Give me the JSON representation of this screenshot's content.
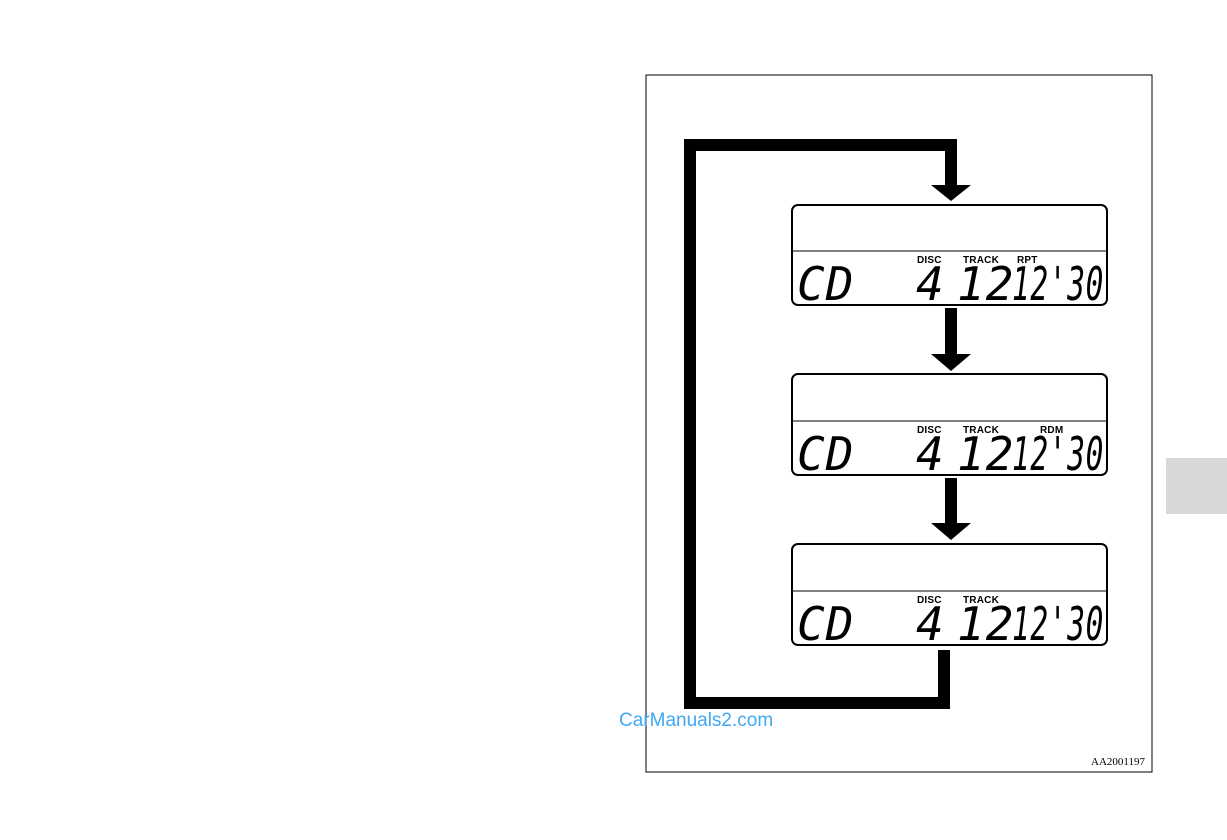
{
  "displays": [
    {
      "mode": "CD",
      "disc_label": "DISC",
      "track_label": "TRACK",
      "flag_label": "RPT",
      "disc_value": "4",
      "track_value": "12",
      "time_value": "12'30"
    },
    {
      "mode": "CD",
      "disc_label": "DISC",
      "track_label": "TRACK",
      "flag_label": "RDM",
      "disc_value": "4",
      "track_value": "12",
      "time_value": "12'30"
    },
    {
      "mode": "CD",
      "disc_label": "DISC",
      "track_label": "TRACK",
      "flag_label": "",
      "disc_value": "4",
      "track_value": "12",
      "time_value": "12'30"
    }
  ],
  "figure_id": "AA2001197",
  "watermark": "CarManuals2.com",
  "colors": {
    "watermark": "#3fa9f5",
    "side_tab": "#d8d8d8"
  }
}
